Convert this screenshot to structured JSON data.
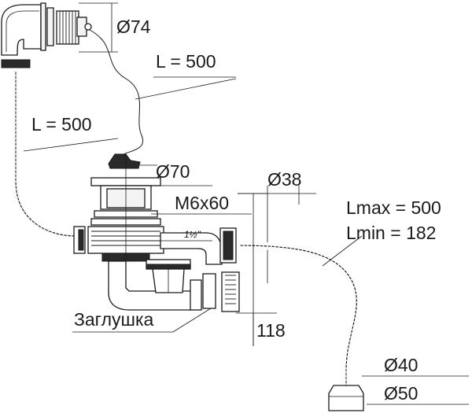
{
  "labels": {
    "overflow_diameter": "Ø74",
    "chain_length": "L = 500",
    "hose_length": "L = 500",
    "drain_diameter": "Ø70",
    "outlet_diameter": "Ø38",
    "screw_size": "M6x60",
    "thread_size": "1½\"",
    "corrugated_max": "Lmax = 500",
    "corrugated_min": "Lmin = 182",
    "plug_label": "Заглушка",
    "trap_height": "118",
    "hose_inner_diameter": "Ø40",
    "hose_outer_diameter": "Ø50"
  }
}
